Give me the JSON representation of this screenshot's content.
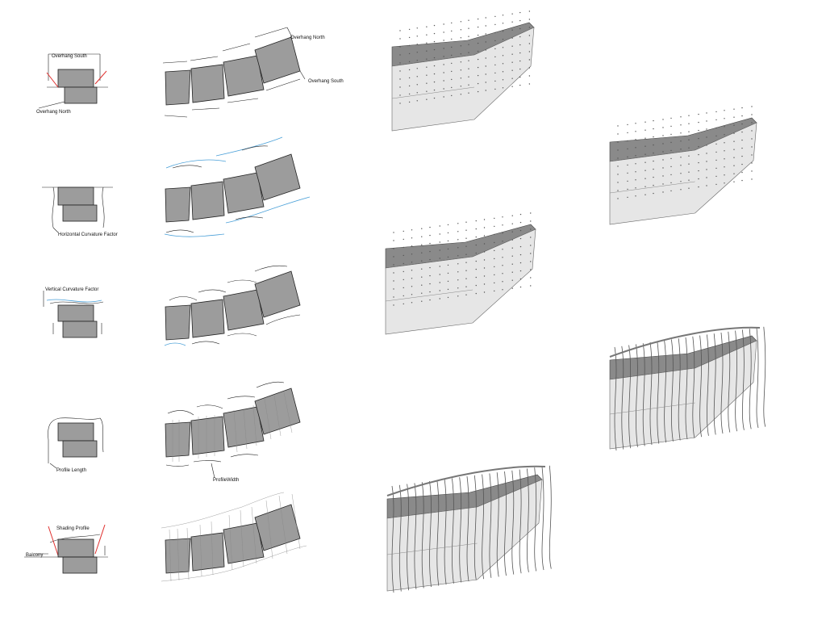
{
  "labels": {
    "overhang_south_top": "Overhang South",
    "overhang_north_left": "Overhang North",
    "overhang_north_plan": "Overhang North",
    "overhang_south_plan": "Overhang South",
    "horizontal_curvature": "Horizontal Curvature Factor",
    "vertical_curvature": "Vertical Curvature Factor",
    "profile_length": "Profile Length",
    "profile_width": "ProfileWidth",
    "shading_profile": "Shading Profile",
    "balcony": "Balcony"
  },
  "colors": {
    "block_fill": "#9c9c9c",
    "annotation_red": "#e0302e",
    "curvature_blue": "#4aa0d8",
    "model_top": "#8a8a8a",
    "model_face": "#e6e6e6"
  }
}
